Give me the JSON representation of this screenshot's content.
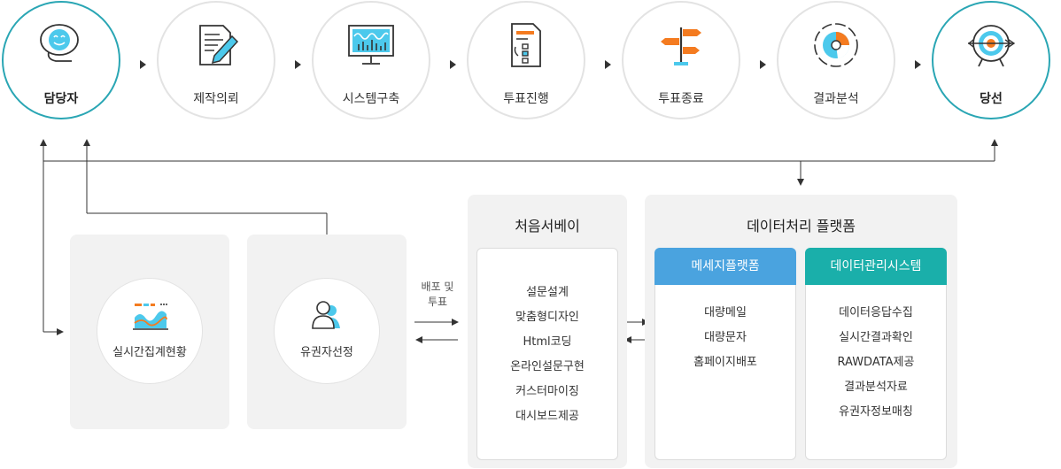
{
  "steps": [
    {
      "label": "담당자",
      "icon": "speech-bubble-smile-icon"
    },
    {
      "label": "제작의뢰",
      "icon": "document-pencil-icon"
    },
    {
      "label": "시스템구축",
      "icon": "monitor-chart-icon"
    },
    {
      "label": "투표진행",
      "icon": "checklist-icon"
    },
    {
      "label": "투표종료",
      "icon": "signpost-icon"
    },
    {
      "label": "결과분석",
      "icon": "pie-analysis-icon"
    },
    {
      "label": "당선",
      "icon": "target-arrow-icon"
    }
  ],
  "realtime": {
    "label": "실시간집계현황",
    "icon": "dashboard-chart-icon"
  },
  "voter": {
    "label": "유권자선정",
    "icon": "users-icon"
  },
  "deploy": {
    "line1": "배포 및",
    "line2": "투표"
  },
  "survey": {
    "title": "처음서베이",
    "items": [
      "설문설계",
      "맞춤형디자인",
      "Html코딩",
      "온라인설문구현",
      "커스터마이징",
      "대시보드제공"
    ]
  },
  "platform": {
    "title": "데이터처리 플랫폼",
    "messaging": {
      "title": "메세지플랫폼",
      "color": "#4aa3df",
      "items": [
        "대량메일",
        "대량문자",
        "홈페이지배포"
      ]
    },
    "datamgmt": {
      "title": "데이터관리시스템",
      "color": "#1aafaa",
      "items": [
        "데이터응답수집",
        "실시간결과확인",
        "RAWDATA제공",
        "결과분석자료",
        "유권자정보매칭"
      ]
    }
  },
  "colors": {
    "highlight": "#2aa6b4",
    "connector": "#333333",
    "panel": "#f2f2f2"
  }
}
